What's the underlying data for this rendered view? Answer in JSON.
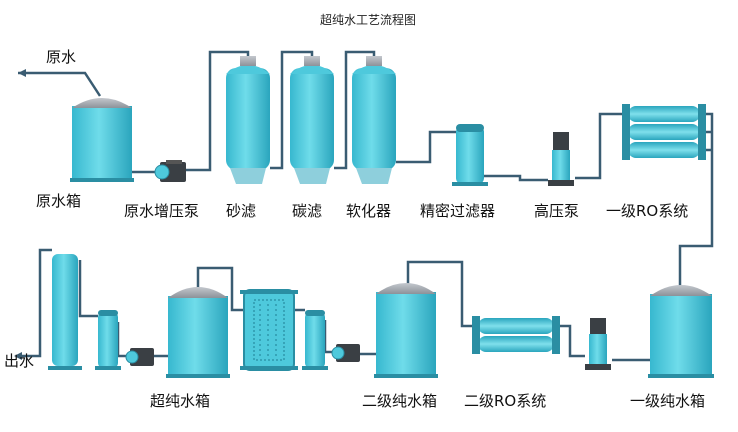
{
  "title": "超纯水工艺流程图",
  "labels": {
    "raw_water_in": "原水",
    "raw_water_tank": "原水箱",
    "booster_pump": "原水增压泵",
    "sand_filter": "砂滤",
    "carbon_filter": "碳滤",
    "softener": "软化器",
    "precision_filter": "精密过滤器",
    "high_pressure_pump": "高压泵",
    "ro_stage1": "一级RO系统",
    "pure_tank1": "一级纯水箱",
    "ro_stage2": "二级RO系统",
    "pure_tank2": "二级纯水箱",
    "ultrapure_tank": "超纯水箱",
    "water_out": "出水"
  },
  "colors": {
    "tank": "#4ec9dc",
    "tank_dark": "#2aa9c0",
    "cap": "#a9aeb5",
    "pipe": "#3a5c72",
    "pump": "#3a3f44"
  }
}
